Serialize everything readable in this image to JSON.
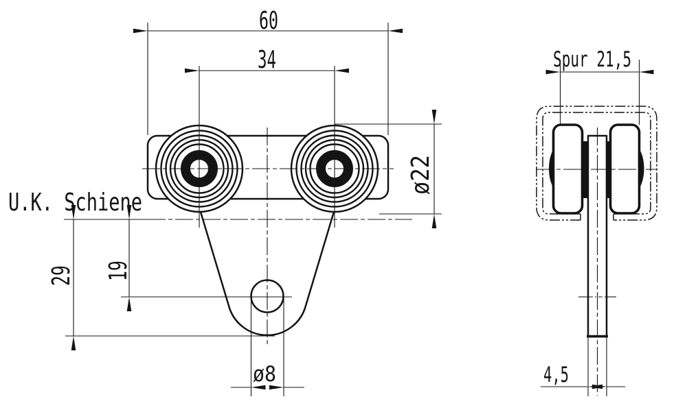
{
  "drawing": {
    "type": "technical-drawing",
    "background_color": "#ffffff",
    "line_color": "#141414",
    "note_left": "U.K. Schiene",
    "front_view": {
      "dim_outer_width": "60",
      "dim_roller_spacing": "34",
      "dim_roller_diameter": "ø22",
      "dim_rail_edge_to_bottom": "29",
      "dim_rail_edge_to_hole": "19",
      "dim_hole_diameter": "ø8"
    },
    "side_view": {
      "dim_track_width": "Spur 21,5",
      "dim_plate_thickness": "4,5"
    }
  }
}
